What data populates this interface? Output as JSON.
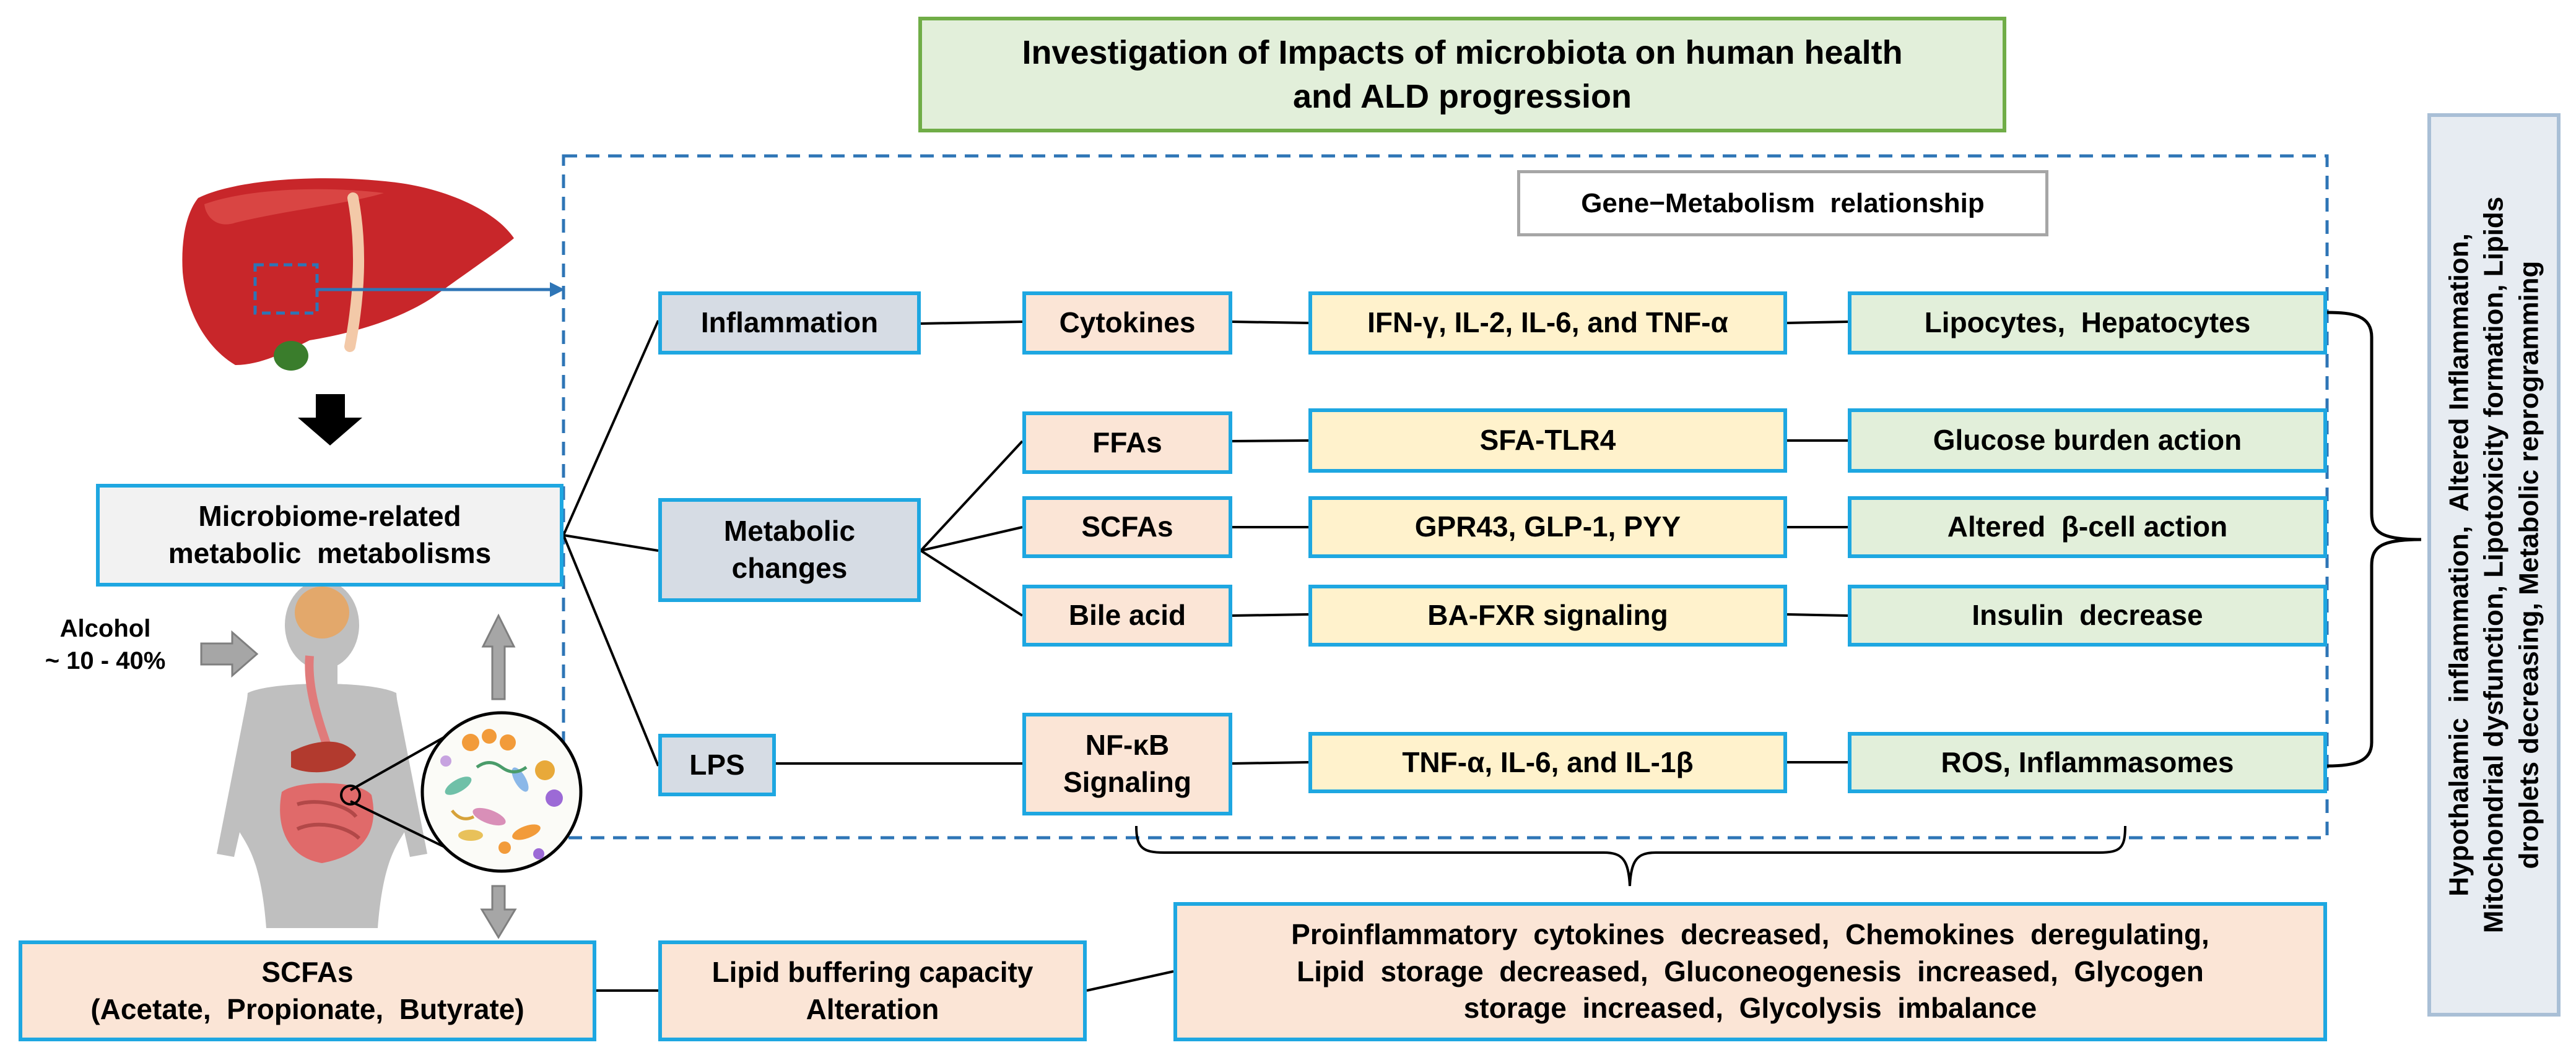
{
  "title": {
    "line1": "Investigation of Impacts of microbiota on human health",
    "line2": "and ALD progression"
  },
  "gene_metabolism_label": "Gene−Metabolism  relationship",
  "microbiome_box": {
    "line1": "Microbiome-related",
    "line2": "metabolic  metabolisms"
  },
  "alcohol": {
    "line1": "Alcohol",
    "line2": "~ 10 - 40%"
  },
  "categories": {
    "inflammation": "Inflammation",
    "metabolic_line1": "Metabolic",
    "metabolic_line2": "changes",
    "lps": "LPS"
  },
  "mediators": {
    "cytokines": "Cytokines",
    "ffas": "FFAs",
    "scfas": "SCFAs",
    "bile_acid": "Bile acid",
    "nfkb_line1": "NF-κB",
    "nfkb_line2": "Signaling"
  },
  "signals": {
    "ifn": "IFN-γ, IL-2, IL-6, and TNF-α",
    "sfa_tlr4": "SFA-TLR4",
    "gpr43": "GPR43, GLP-1, PYY",
    "ba_fxr": "BA-FXR signaling",
    "tnf": "TNF-α, IL-6, and IL-1β"
  },
  "outcomes": {
    "lipocytes": "Lipocytes,  Hepatocytes",
    "glucose": "Glucose burden action",
    "beta_cell": "Altered  β-cell action",
    "insulin": "Insulin  decrease",
    "ros": "ROS, Inflammasomes"
  },
  "scfas_bottom": {
    "line1": "SCFAs",
    "line2": "(Acetate,  Propionate,  Butyrate)"
  },
  "lipid_buffering": {
    "line1": "Lipid buffering capacity",
    "line2": "Alteration"
  },
  "effects": {
    "line1": "Proinflammatory  cytokines  decreased,  Chemokines  deregulating,",
    "line2": "Lipid  storage  decreased,  Gluconeogenesis  increased,  Glycogen",
    "line3": "storage  increased,  Glycolysis  imbalance"
  },
  "vertical_summary": {
    "line1": "Hypothalamic  inflammation,  Altered Inflammation,",
    "line2": "Mitochondrial dysfunction, Lipotoxicity formation, Lipids",
    "line3": "droplets decreasing, Metabolic reprogramming"
  }
}
